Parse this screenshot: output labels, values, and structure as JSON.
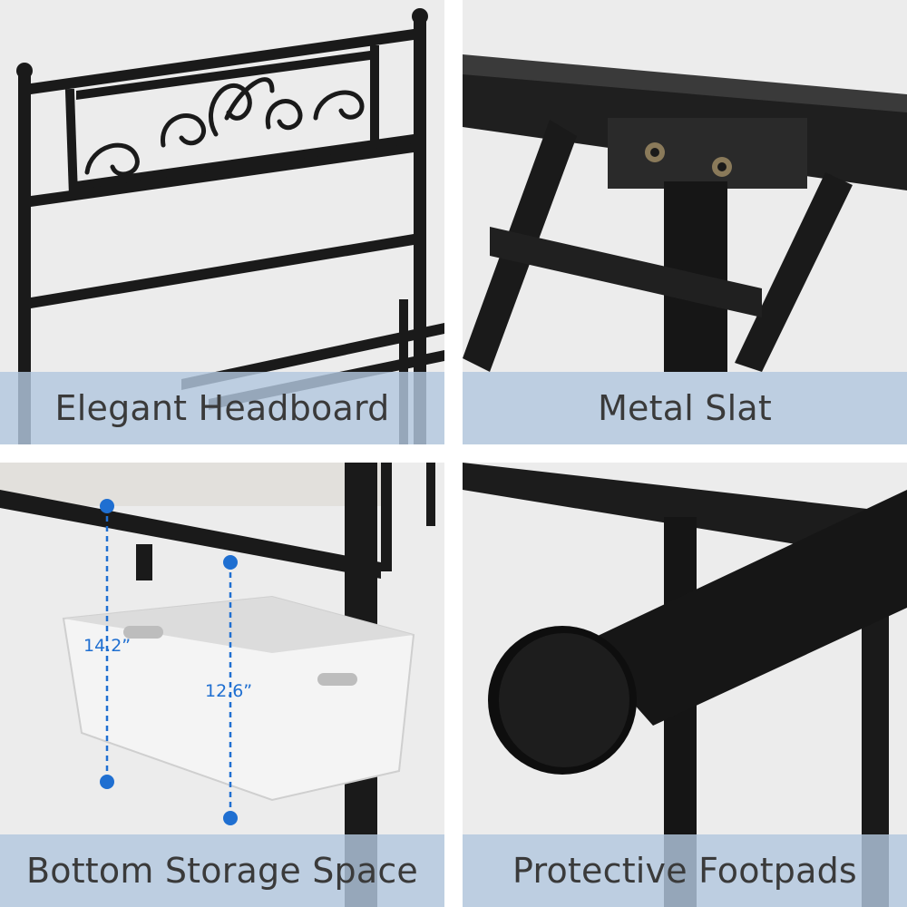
{
  "panels": [
    {
      "caption": "Elegant Headboard"
    },
    {
      "caption": "Metal Slat"
    },
    {
      "caption": "Bottom Storage Space",
      "dimensions": [
        "14.2”",
        "12.6”"
      ]
    },
    {
      "caption": "Protective Footpads"
    }
  ],
  "colors": {
    "metal": "#1a1a1a",
    "background": "#e9e9e9",
    "caption_bar": "#b2c7de",
    "dimension_line": "#1f6fd1"
  }
}
